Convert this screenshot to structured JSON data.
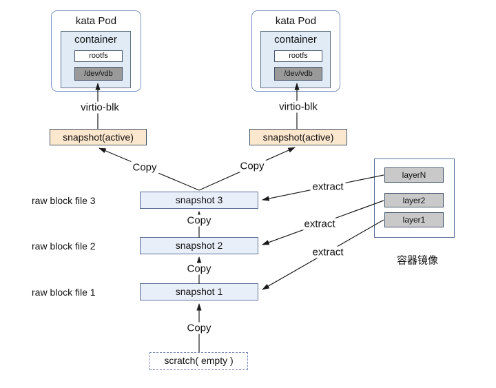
{
  "diagram": {
    "pod": {
      "title": "kata Pod",
      "container_label": "container",
      "rootfs_label": "rootfs",
      "device_label": "/dev/vdb",
      "transport_label": "virtio-blk"
    },
    "active_snapshot_label": "snapshot(active)",
    "snapshots": [
      "snapshot 3",
      "snapshot 2",
      "snapshot 1"
    ],
    "raw_files": [
      "raw block file 3",
      "raw block file 2",
      "raw block file 1"
    ],
    "scratch_label": "scratch( empty )",
    "copy_label": "Copy",
    "extract_label": "extract",
    "container_image": {
      "layers": [
        "layerN",
        "layer2",
        "layer1"
      ],
      "caption": "容器镜像"
    },
    "colors": {
      "pod_border": "#7d93bd",
      "container_bg": "#e0ebf6",
      "container_border": "#5f7083",
      "inner_border": "#44546a",
      "device_bg": "#9a9a9a",
      "active_bg": "#fbe7cd",
      "snapshot_bg": "#e9eff9",
      "snapshot_border": "#5b6e99",
      "scratch_border": "#7a8ab8",
      "layer_bg": "#c9c9c9",
      "arrow": "#1a1a1a"
    }
  }
}
